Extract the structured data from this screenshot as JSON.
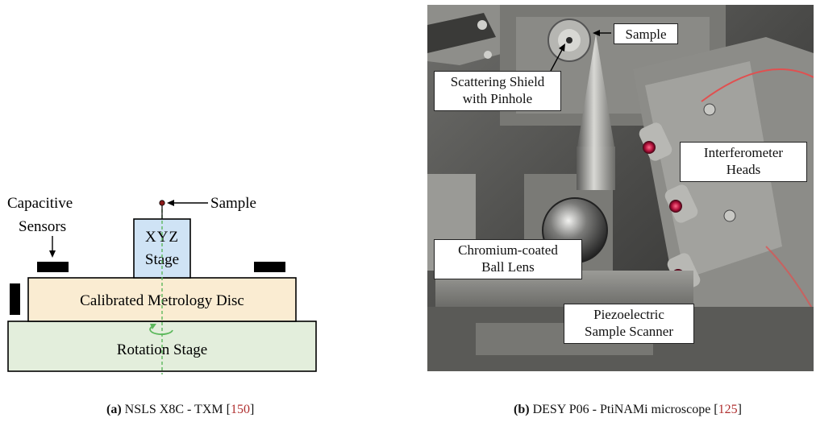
{
  "panel_a": {
    "labels": {
      "capacitive": "Capacitive",
      "sensors": "Sensors",
      "sample": "Sample",
      "xyz": "XYZ",
      "stage": "Stage",
      "disc": "Calibrated Metrology Disc",
      "rotation": "Rotation Stage"
    },
    "colors": {
      "xyz_fill": "#cfe3f5",
      "disc_fill": "#faecd2",
      "rotation_fill": "#e3eedc",
      "axis": "#5cb85c",
      "sample_dot": "#8b1a1a",
      "sensor": "#000000"
    },
    "caption": {
      "tag": "(a)",
      "text": "NSLS X8C - TXM [",
      "ref": "150",
      "close": "]"
    }
  },
  "panel_b": {
    "labels": {
      "sample": "Sample",
      "shield_line1": "Scattering Shield",
      "shield_line2": "with Pinhole",
      "interf_line1": "Interferometer",
      "interf_line2": "Heads",
      "ball_line1": "Chromium-coated",
      "ball_line2": "Ball Lens",
      "piezo_line1": "Piezoelectric",
      "piezo_line2": "Sample Scanner"
    },
    "caption": {
      "tag": "(b)",
      "text": "DESY P06 - PtiNAMi microscope [",
      "ref": "125",
      "close": "]"
    }
  }
}
